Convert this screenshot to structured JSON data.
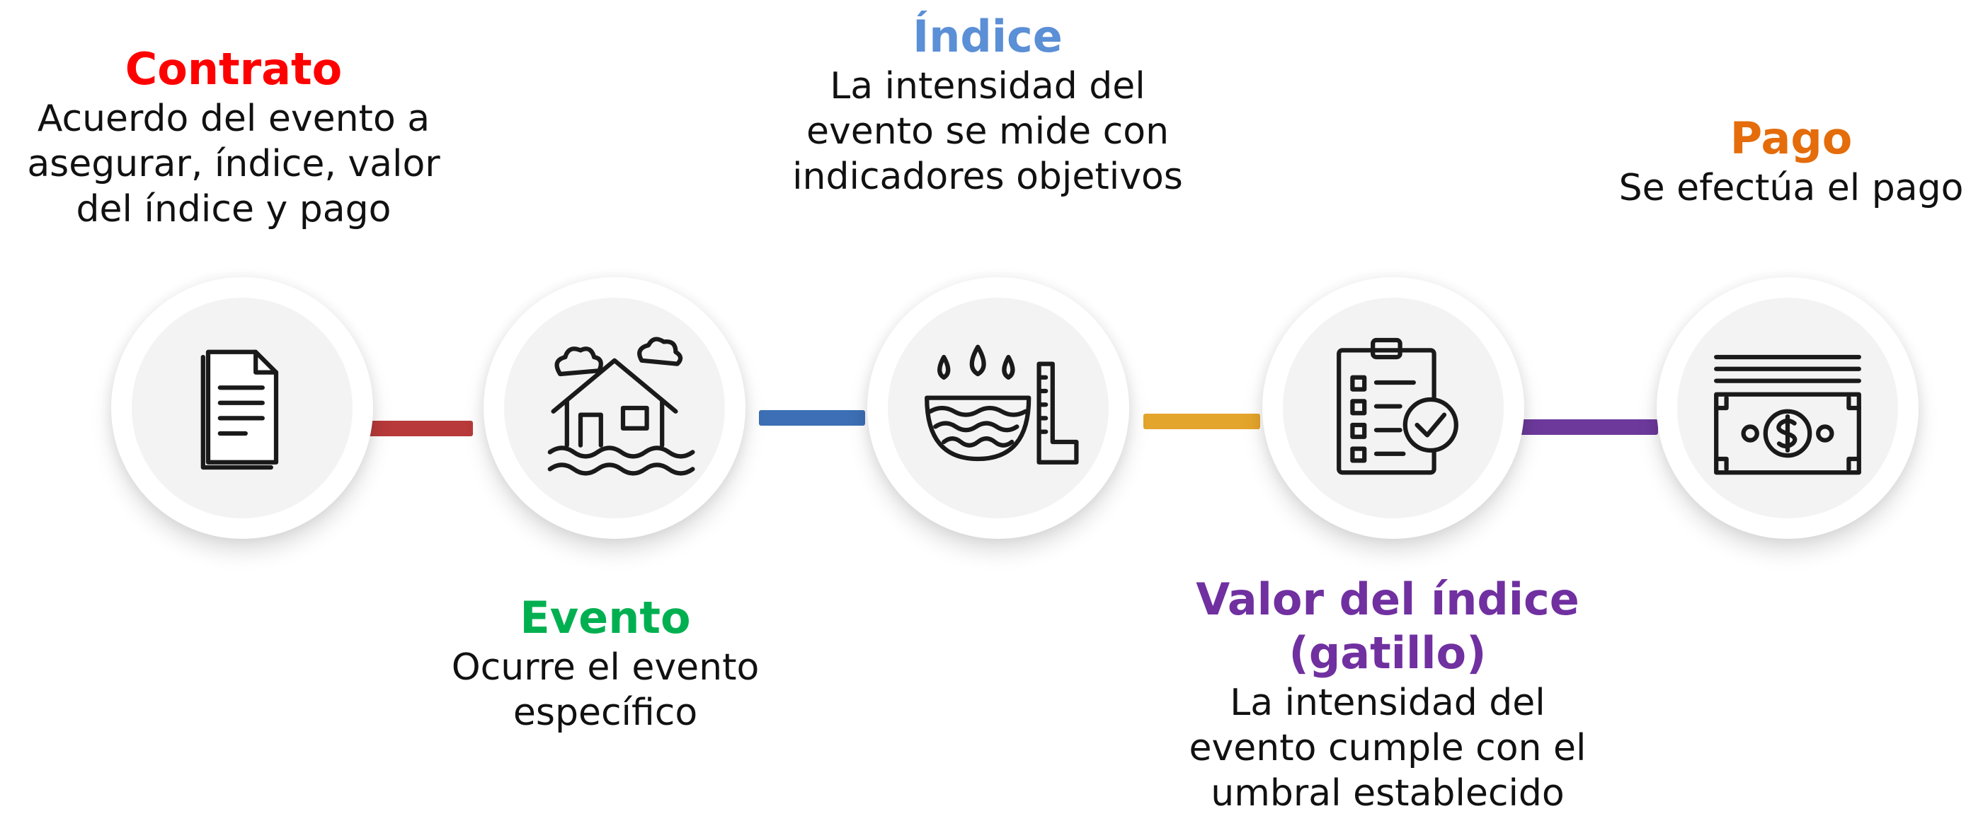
{
  "steps": [
    {
      "title": "Contrato",
      "description": "Acuerdo del evento a\nasegurar, índice, valor\ndel índice y pago",
      "color": "#ff0000",
      "icon": "document-icon"
    },
    {
      "title": "Evento",
      "description": "Ocurre el evento\nespecífico",
      "color": "#00b050",
      "icon": "flooded-house-icon"
    },
    {
      "title": "Índice",
      "description": "La intensidad del\nevento se mide con\nindicadores objetivos",
      "color": "#5b8fd6",
      "icon": "rain-gauge-icon"
    },
    {
      "title": "Valor del índice\n(gatillo)",
      "description": "La intensidad del\nevento cumple con el\numbral establecido",
      "color": "#7030a0",
      "icon": "checklist-icon"
    },
    {
      "title": "Pago",
      "description": "Se efectúa el pago",
      "color": "#e46c0a",
      "icon": "money-bill-icon"
    }
  ],
  "connectors": [
    {
      "color": "#b83a3a"
    },
    {
      "color": "#3c6fb5"
    },
    {
      "color": "#e4a52c"
    },
    {
      "color": "#6d3a9c"
    }
  ]
}
